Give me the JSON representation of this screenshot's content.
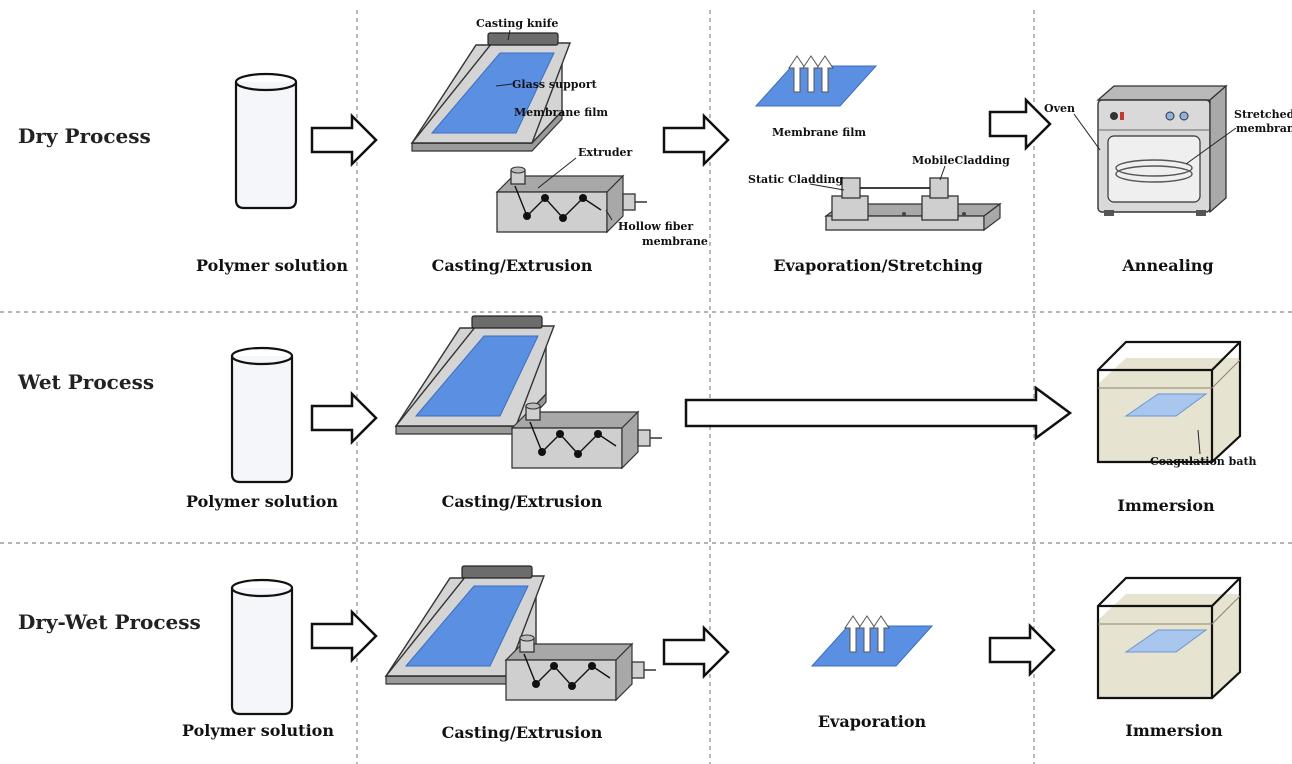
{
  "rows": [
    {
      "title": "Dry Process",
      "steps": [
        "Polymer solution",
        "Casting/Extrusion",
        "Evaporation/Stretching",
        "Annealing"
      ]
    },
    {
      "title": "Wet Process",
      "steps": [
        "Polymer solution",
        "Casting/Extrusion",
        "Immersion"
      ]
    },
    {
      "title": "Dry-Wet Process",
      "steps": [
        "Polymer solution",
        "Casting/Extrusion",
        "Evaporation",
        "Immersion"
      ]
    }
  ],
  "callouts": {
    "casting_knife": "Casting knife",
    "glass_support": "Glass support",
    "membrane_film": "Membrane film",
    "extruder": "Extruder",
    "hollow_fiber_1": "Hollow fiber",
    "hollow_fiber_2": "membrane",
    "evap_membrane_film": "Membrane film",
    "static_cladding": "Static Cladding",
    "mobile_cladding": "MobileCladding",
    "oven": "Oven",
    "stretched_1": "Stretched",
    "stretched_2": "membrane",
    "coagulation_bath": "Coagulation bath"
  },
  "colors": {
    "liquid": "#4a7fd0",
    "film": "#5b8fe2",
    "equipment": "#cfcfcf",
    "bath_fluid": "#e6e1cf"
  }
}
